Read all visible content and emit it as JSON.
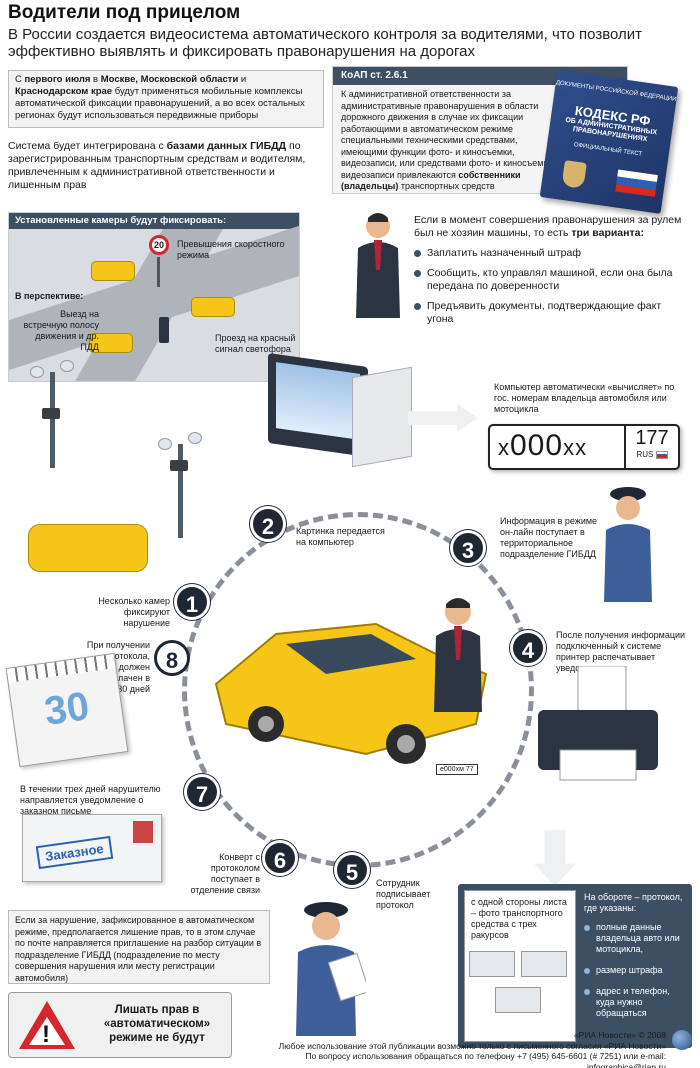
{
  "header": {
    "title": "Водители под прицелом",
    "subtitle": "В России создается видеосистема автоматического контроля за водителями, что позволит эффективно выявлять и фиксировать правонарушения на дорогах"
  },
  "notice": {
    "text_pre": "С ",
    "date": "первого июля",
    "text_mid1": " в ",
    "region1": "Москве, Московской области",
    "text_mid2": " и ",
    "region2": "Краснодарском крае",
    "text_post": " будут применяться мобильные комплексы автоматической фиксации правонарушений, а во всех остальных регионах будут использоваться передвижные приборы"
  },
  "intro": {
    "pre": "Система будет интегрирована с ",
    "bold": "базами данных ГИБДД",
    "post": " по зарегистрированным транспортным средствам и водителям, привлеченным к административной ответственности и лишенным прав"
  },
  "koap": {
    "heading": "КоАП ст. 2.6.1",
    "text_pre": "К административной ответственности за административные правонарушения в области дорожного движения в случае их фиксации работающими в автоматическом режиме специальными техническими средствами, имеющими функции фото- и киносъемки, видеозаписи, или средствами фото- и киносъемки, видеозаписи привлекаются ",
    "text_bold": "собственники (владельцы)",
    "text_post": " транспортных средств",
    "book": {
      "top": "ДОКУМЕНТЫ РОССИЙСКОЙ ФЕДЕРАЦИИ",
      "title": "КОДЕКС РФ",
      "subtitle": "ОБ АДМИНИСТРАТИВНЫХ ПРАВОНАРУШЕНИЯХ",
      "edition": "ОФИЦИАЛЬНЫЙ ТЕКСТ"
    }
  },
  "scene": {
    "heading": "Установленные камеры будут фиксировать:",
    "speed": "Превышения скоростного режима",
    "speed_sign": "20",
    "perspective": "В перспективе:",
    "oncoming": "Выезд на встречную полосу движения и др. ПДД",
    "redlight": "Проезд на красный сигнал светофора"
  },
  "scenario": {
    "pre": "Если в момент совершения правонарушения за рулем был не хозяин машины, то есть ",
    "bold": "три варианта:",
    "options": [
      "Заплатить назначенный штраф",
      "Сообщить, кто управлял машиной, если она была передана по доверенности",
      "Предъявить документы, подтверждающие факт угона"
    ]
  },
  "plate": {
    "caption": "Компьютер автоматически «вычисляет» по гос. номерам владельца автомобиля или мотоцикла",
    "letter1": "x",
    "digits": "000",
    "letters2": "xx",
    "region": "177",
    "country": "RUS"
  },
  "steps": [
    {
      "n": "1",
      "text": "Несколько камер фиксируют нарушение"
    },
    {
      "n": "2",
      "text": "Картинка передается на компьютер"
    },
    {
      "n": "3",
      "text": "Информация в режиме он-лайн поступает в территориальное подразделение ГИБДД"
    },
    {
      "n": "4",
      "text": "После получения информации подключенный к системе принтер распечатывает уведомление"
    },
    {
      "n": "5",
      "text": "Сотрудник подписывает протокол"
    },
    {
      "n": "6",
      "text": "Конверт с протоколом поступает в отделение связи"
    },
    {
      "n": "7",
      "text": "В течении трех дней нарушителю направляется уведомление о заказном письме"
    },
    {
      "n": "8",
      "text": "При получении протокола, штраф должен быть оплачен в течение 30 дней"
    }
  ],
  "calendar_day": "30",
  "envelope_stamp": "Заказное",
  "car_plate": "е000хм 77",
  "protocol": {
    "front": "с одной стороны листа – фото транспортного средства с трех ракурсов",
    "back_title": "На обороте – протокол, где указаны:",
    "back_items": [
      "полные данные владельца авто или мотоцикла,",
      "размер штрафа",
      "адрес и телефон, куда нужно обращаться"
    ]
  },
  "license_note": "Если за нарушение, зафиксированное в автоматическом режиме, предполагается лишение прав, то в этом случае по почте направляется приглашение на разбор ситуации в подразделение ГИБДД (подразделение по месту совершения нарушения или месту регистрации автомобиля)",
  "warning": "Лишать прав в «автоматическом» режиме не будут",
  "footer": {
    "copyright": "«РИА Новости» © 2008",
    "line1": "Любое использование этой публикации возможно только с письменного согласия «РИА Новости»",
    "line2": "По вопросу использования обращаться по телефону +7 (495) 645-6601 (# 7251) или e-mail: infographica@rian.ru"
  },
  "colors": {
    "header_bar": "#3d4f63",
    "taxi": "#f5c518",
    "step_circle": "#1f2733",
    "warning_red": "#d4262b"
  }
}
